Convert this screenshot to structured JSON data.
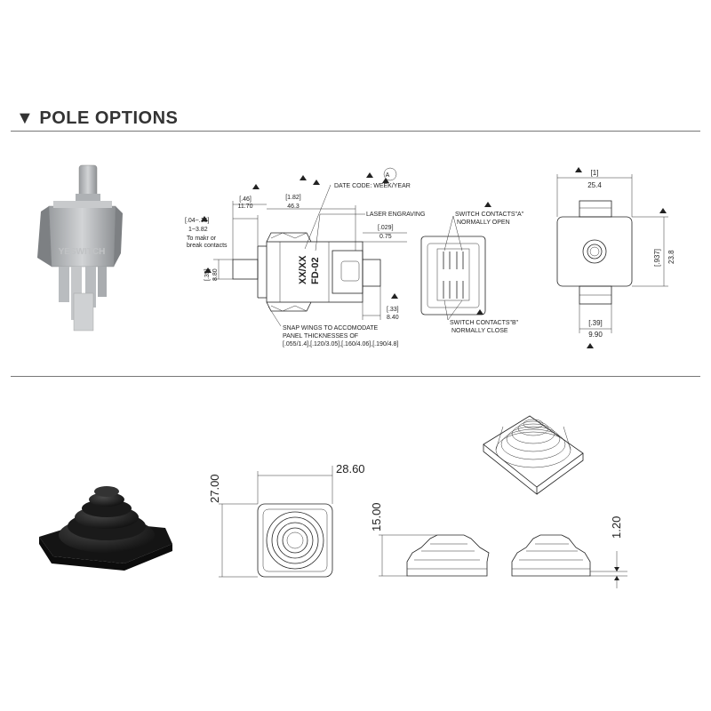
{
  "section": {
    "marker": "▼",
    "title": "POLE OPTIONS"
  },
  "switch_photo": {
    "brand": "YESWITCH"
  },
  "side_view": {
    "date_code": "DATE  CODE: WEEK/YEAR",
    "circle_a": "A",
    "laser": "LASER  ENGRAVING",
    "d46": "[.46]",
    "d1170": "11.70",
    "d182": "[1.82]",
    "d463": "46.3",
    "d0415": "[.04~.15]",
    "d1382": "1~3.82",
    "make1": "To makr or",
    "make2": "break contacts",
    "d029": "[.029]",
    "d075": "0.75",
    "d35": "[.35]",
    "d880": "8.80",
    "d33": "[.33]",
    "d840": "8.40",
    "engr1": "XX/XX",
    "engr2": "FD-02",
    "snap1": "SNAP WINGS TO ACCOMODATE",
    "snap2": "PANEL THICKNESSES OF",
    "snap3": "[.055/1.4],[.120/3.05],[.160/4.06],[.190/4.8]"
  },
  "contacts": {
    "a1": "SWITCH CONTACTS\"A\"",
    "a2": "NORMALLY OPEN",
    "b1": "SWITCH CONTACTS\"B\"",
    "b2": "NORMALLY CLOSE"
  },
  "top_view": {
    "d1": "[1]",
    "d254": "25.4",
    "d937": "[.937]",
    "d238": "23.8",
    "d39": "[.39]",
    "d990": "9.90"
  },
  "boot": {
    "w": "28.60",
    "h": "27.00",
    "hgt": "15.00",
    "base": "1.20"
  }
}
